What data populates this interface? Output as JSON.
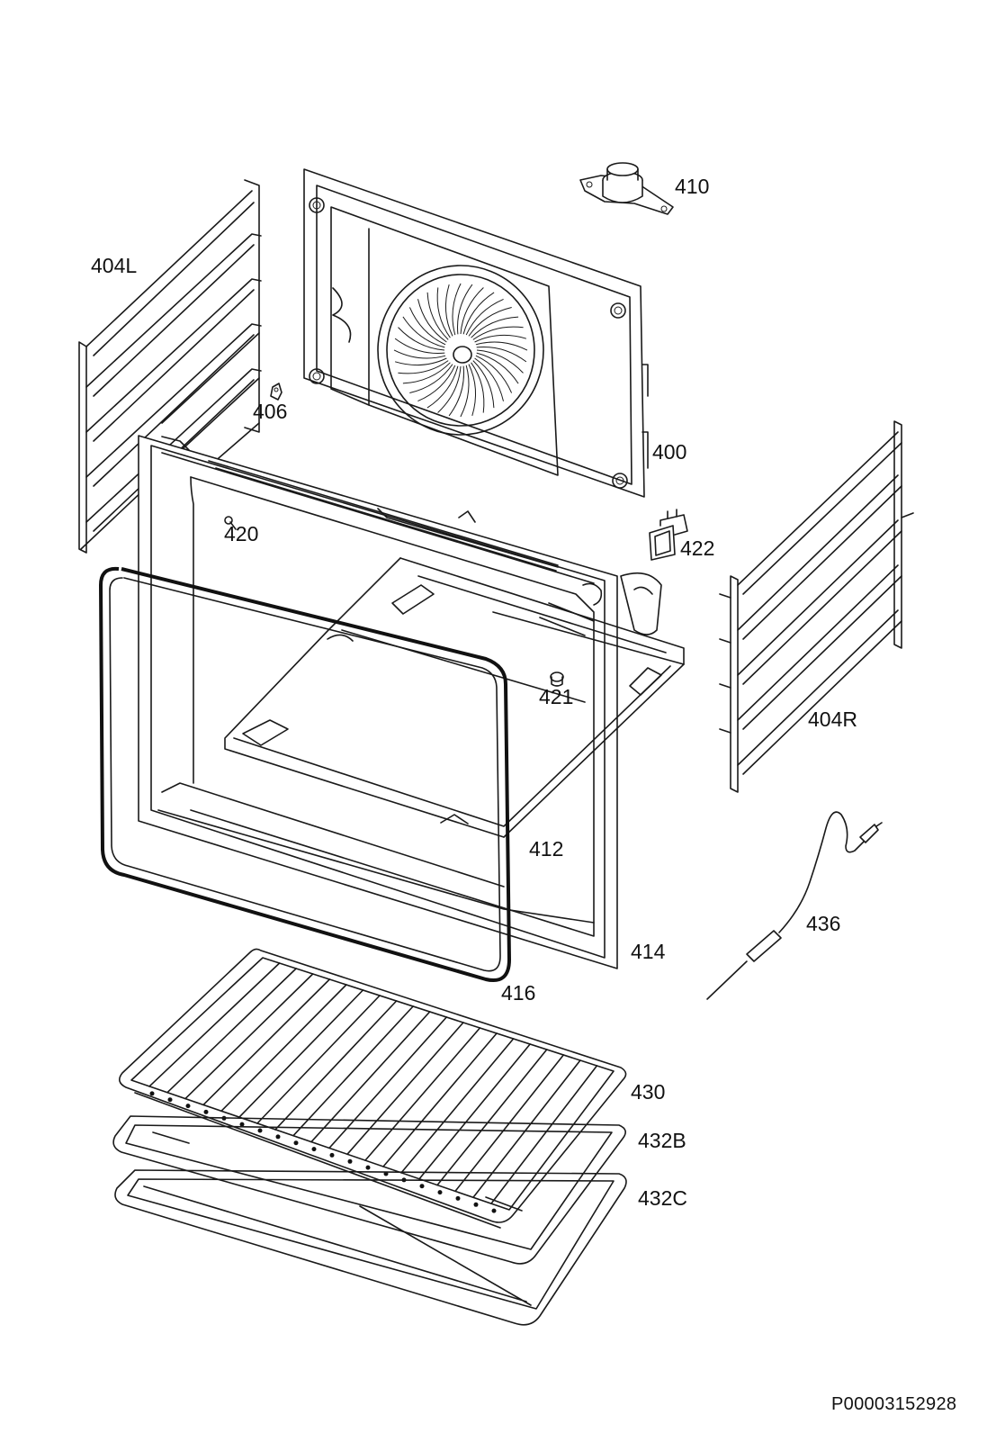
{
  "diagram": {
    "drawing_code": "P00003152928",
    "parts": [
      {
        "key": "p410",
        "label": "410",
        "part": "thermostat-cap"
      },
      {
        "key": "p404L",
        "label": "404L",
        "part": "left-shelf-rail"
      },
      {
        "key": "p406",
        "label": "406",
        "part": "small-clip"
      },
      {
        "key": "p400",
        "label": "400",
        "part": "fan-cover-panel"
      },
      {
        "key": "p420",
        "label": "420",
        "part": "screw"
      },
      {
        "key": "p422",
        "label": "422",
        "part": "connector"
      },
      {
        "key": "p421",
        "label": "421",
        "part": "screw"
      },
      {
        "key": "p404R",
        "label": "404R",
        "part": "right-shelf-rail"
      },
      {
        "key": "p412",
        "label": "412",
        "part": "oven-cavity"
      },
      {
        "key": "p436",
        "label": "436",
        "part": "meat-probe"
      },
      {
        "key": "p414",
        "label": "414",
        "part": "front-frame"
      },
      {
        "key": "p416",
        "label": "416",
        "part": "door-seal"
      },
      {
        "key": "p430",
        "label": "430",
        "part": "wire-shelf"
      },
      {
        "key": "p432B",
        "label": "432B",
        "part": "baking-tray"
      },
      {
        "key": "p432C",
        "label": "432C",
        "part": "deep-tray"
      }
    ]
  }
}
